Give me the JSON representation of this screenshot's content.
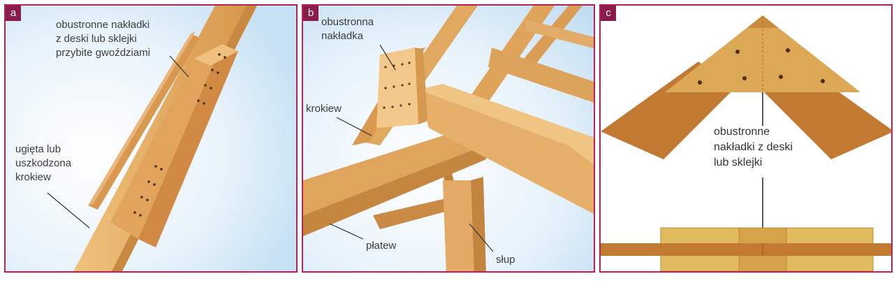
{
  "panels": [
    {
      "letter": "a",
      "labels": {
        "overlay": [
          "obustronne nakładki",
          "z deski lub sklejki",
          "przybite gwoździami"
        ],
        "rafter": [
          "ugięta lub",
          "uszkodzona",
          "krokiew"
        ]
      }
    },
    {
      "letter": "b",
      "labels": {
        "overlay": [
          "obustronna",
          "nakładka"
        ],
        "rafter": "krokiew",
        "purlin": "płatew",
        "post": "słup"
      }
    },
    {
      "letter": "c",
      "labels": {
        "overlay": [
          "obustronne",
          "nakładki z deski",
          "lub sklejki"
        ]
      }
    }
  ],
  "colors": {
    "border": "#b5225a",
    "badge": "#8a1c4c",
    "wood_light": "#e0a85e",
    "wood_mid": "#c98a45",
    "wood_dark": "#b36f2f",
    "sky": "#dceefa"
  }
}
